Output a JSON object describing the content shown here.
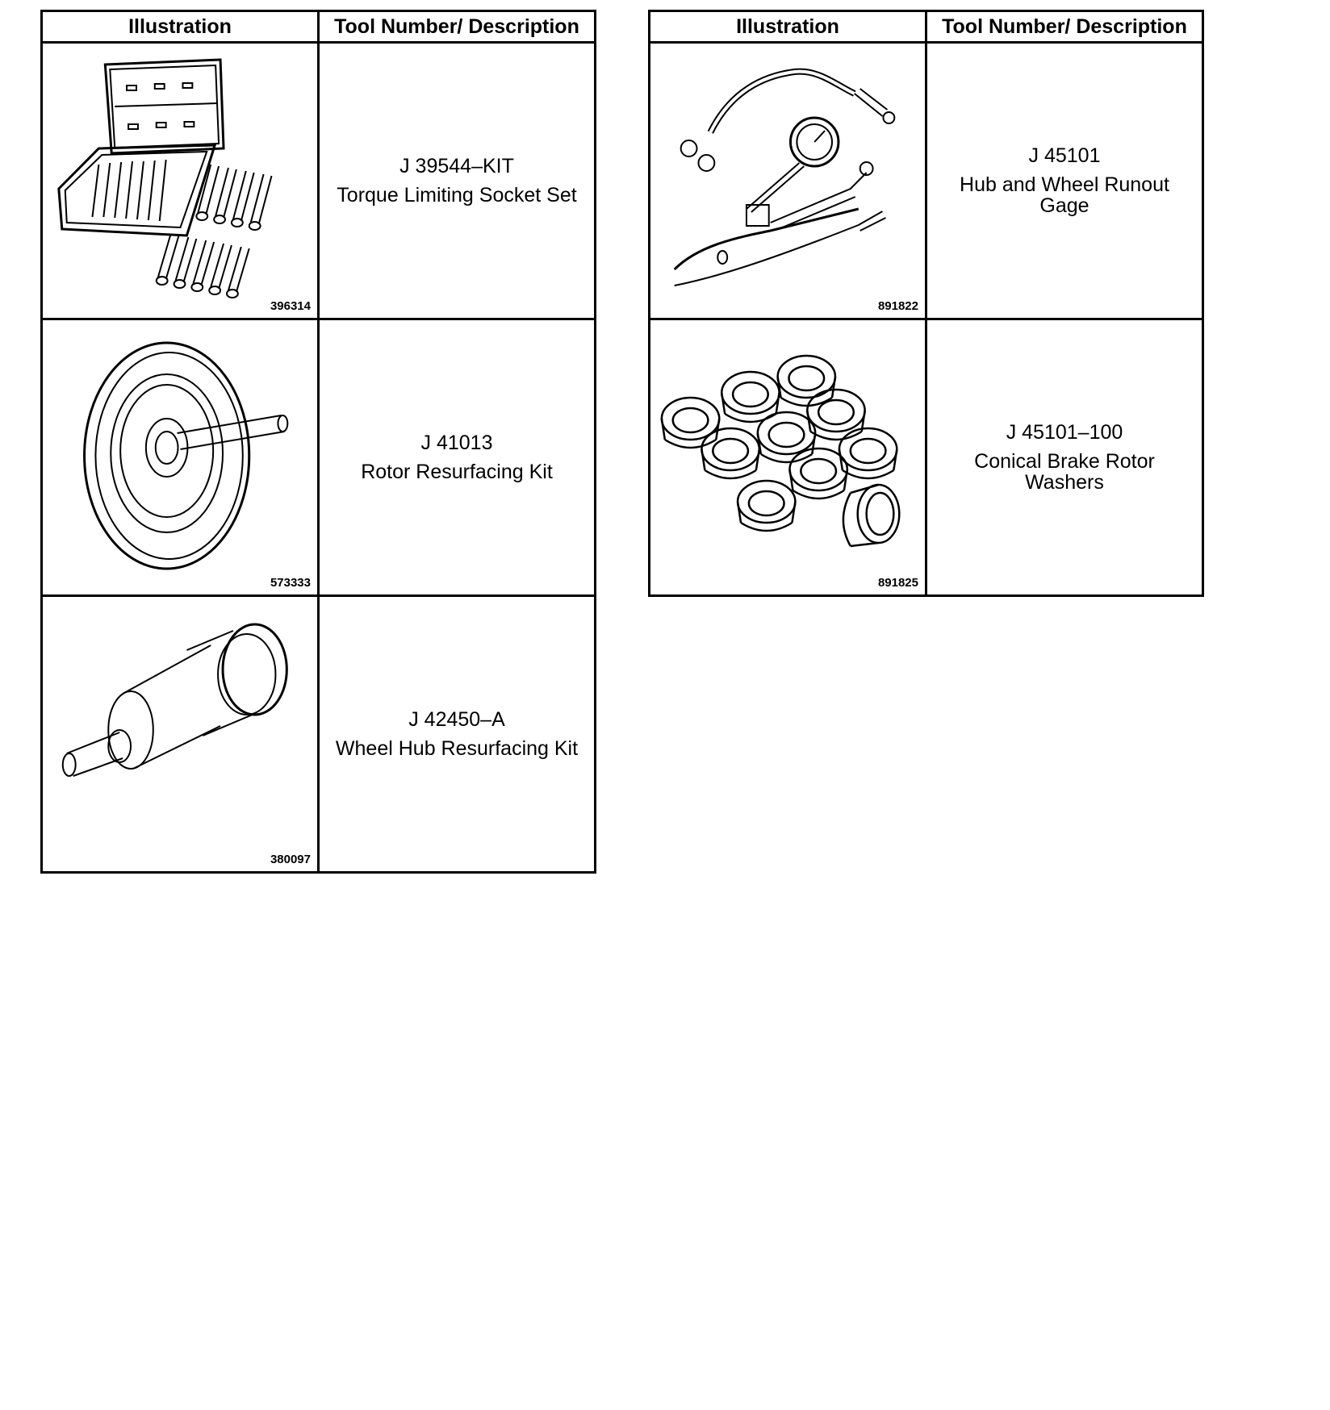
{
  "left_table": {
    "headers": [
      "Illustration",
      "Tool Number/ Description"
    ],
    "rows": [
      {
        "figure": "396314",
        "tool_number": "J 39544–KIT",
        "description": "Torque Limiting Socket Set",
        "icon": "socket-set-case-icon"
      },
      {
        "figure": "573333",
        "tool_number": "J 41013",
        "description": "Rotor Resurfacing Kit",
        "icon": "rotor-disc-icon"
      },
      {
        "figure": "380097",
        "tool_number": "J 42450–A",
        "description": "Wheel Hub Resurfacing Kit",
        "icon": "hub-resurfacing-tool-icon"
      }
    ]
  },
  "right_table": {
    "headers": [
      "Illustration",
      "Tool Number/ Description"
    ],
    "rows": [
      {
        "figure": "891822",
        "tool_number": "J 45101",
        "description": "Hub and Wheel Runout Gage",
        "icon": "dial-gauge-clamp-icon"
      },
      {
        "figure": "891825",
        "tool_number": "J 45101–100",
        "description": "Conical Brake Rotor Washers",
        "icon": "conical-washers-icon"
      }
    ]
  }
}
